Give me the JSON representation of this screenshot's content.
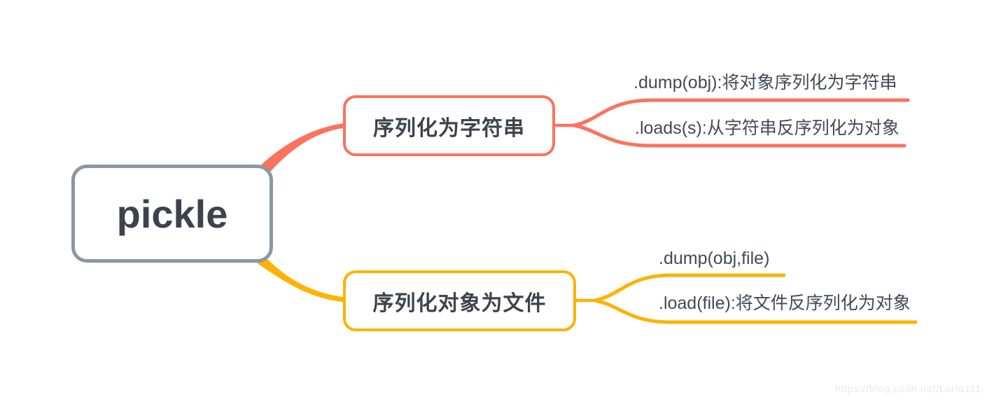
{
  "root": {
    "label": "pickle"
  },
  "branches": [
    {
      "label": "序列化为字符串",
      "color": "#FA735F",
      "children": [
        {
          "label": ".dump(obj):将对象序列化为字符串"
        },
        {
          "label": ".loads(s):从字符串反序列化为对象"
        }
      ]
    },
    {
      "label": "序列化对象为文件",
      "color": "#FCB303",
      "children": [
        {
          "label": ".dump(obj,file)"
        },
        {
          "label": ".load(file):将文件反序列化为对象"
        }
      ]
    }
  ],
  "watermark": "https://blog.csdn.net/Loria111",
  "colors": {
    "red": "#FA735F",
    "yellow": "#FCB303",
    "gray": "#8D97A3",
    "text": "#3D434D",
    "leaf-text": "#424A55",
    "watermark": "#EBEBEB",
    "bg": "#FFFFFF"
  }
}
